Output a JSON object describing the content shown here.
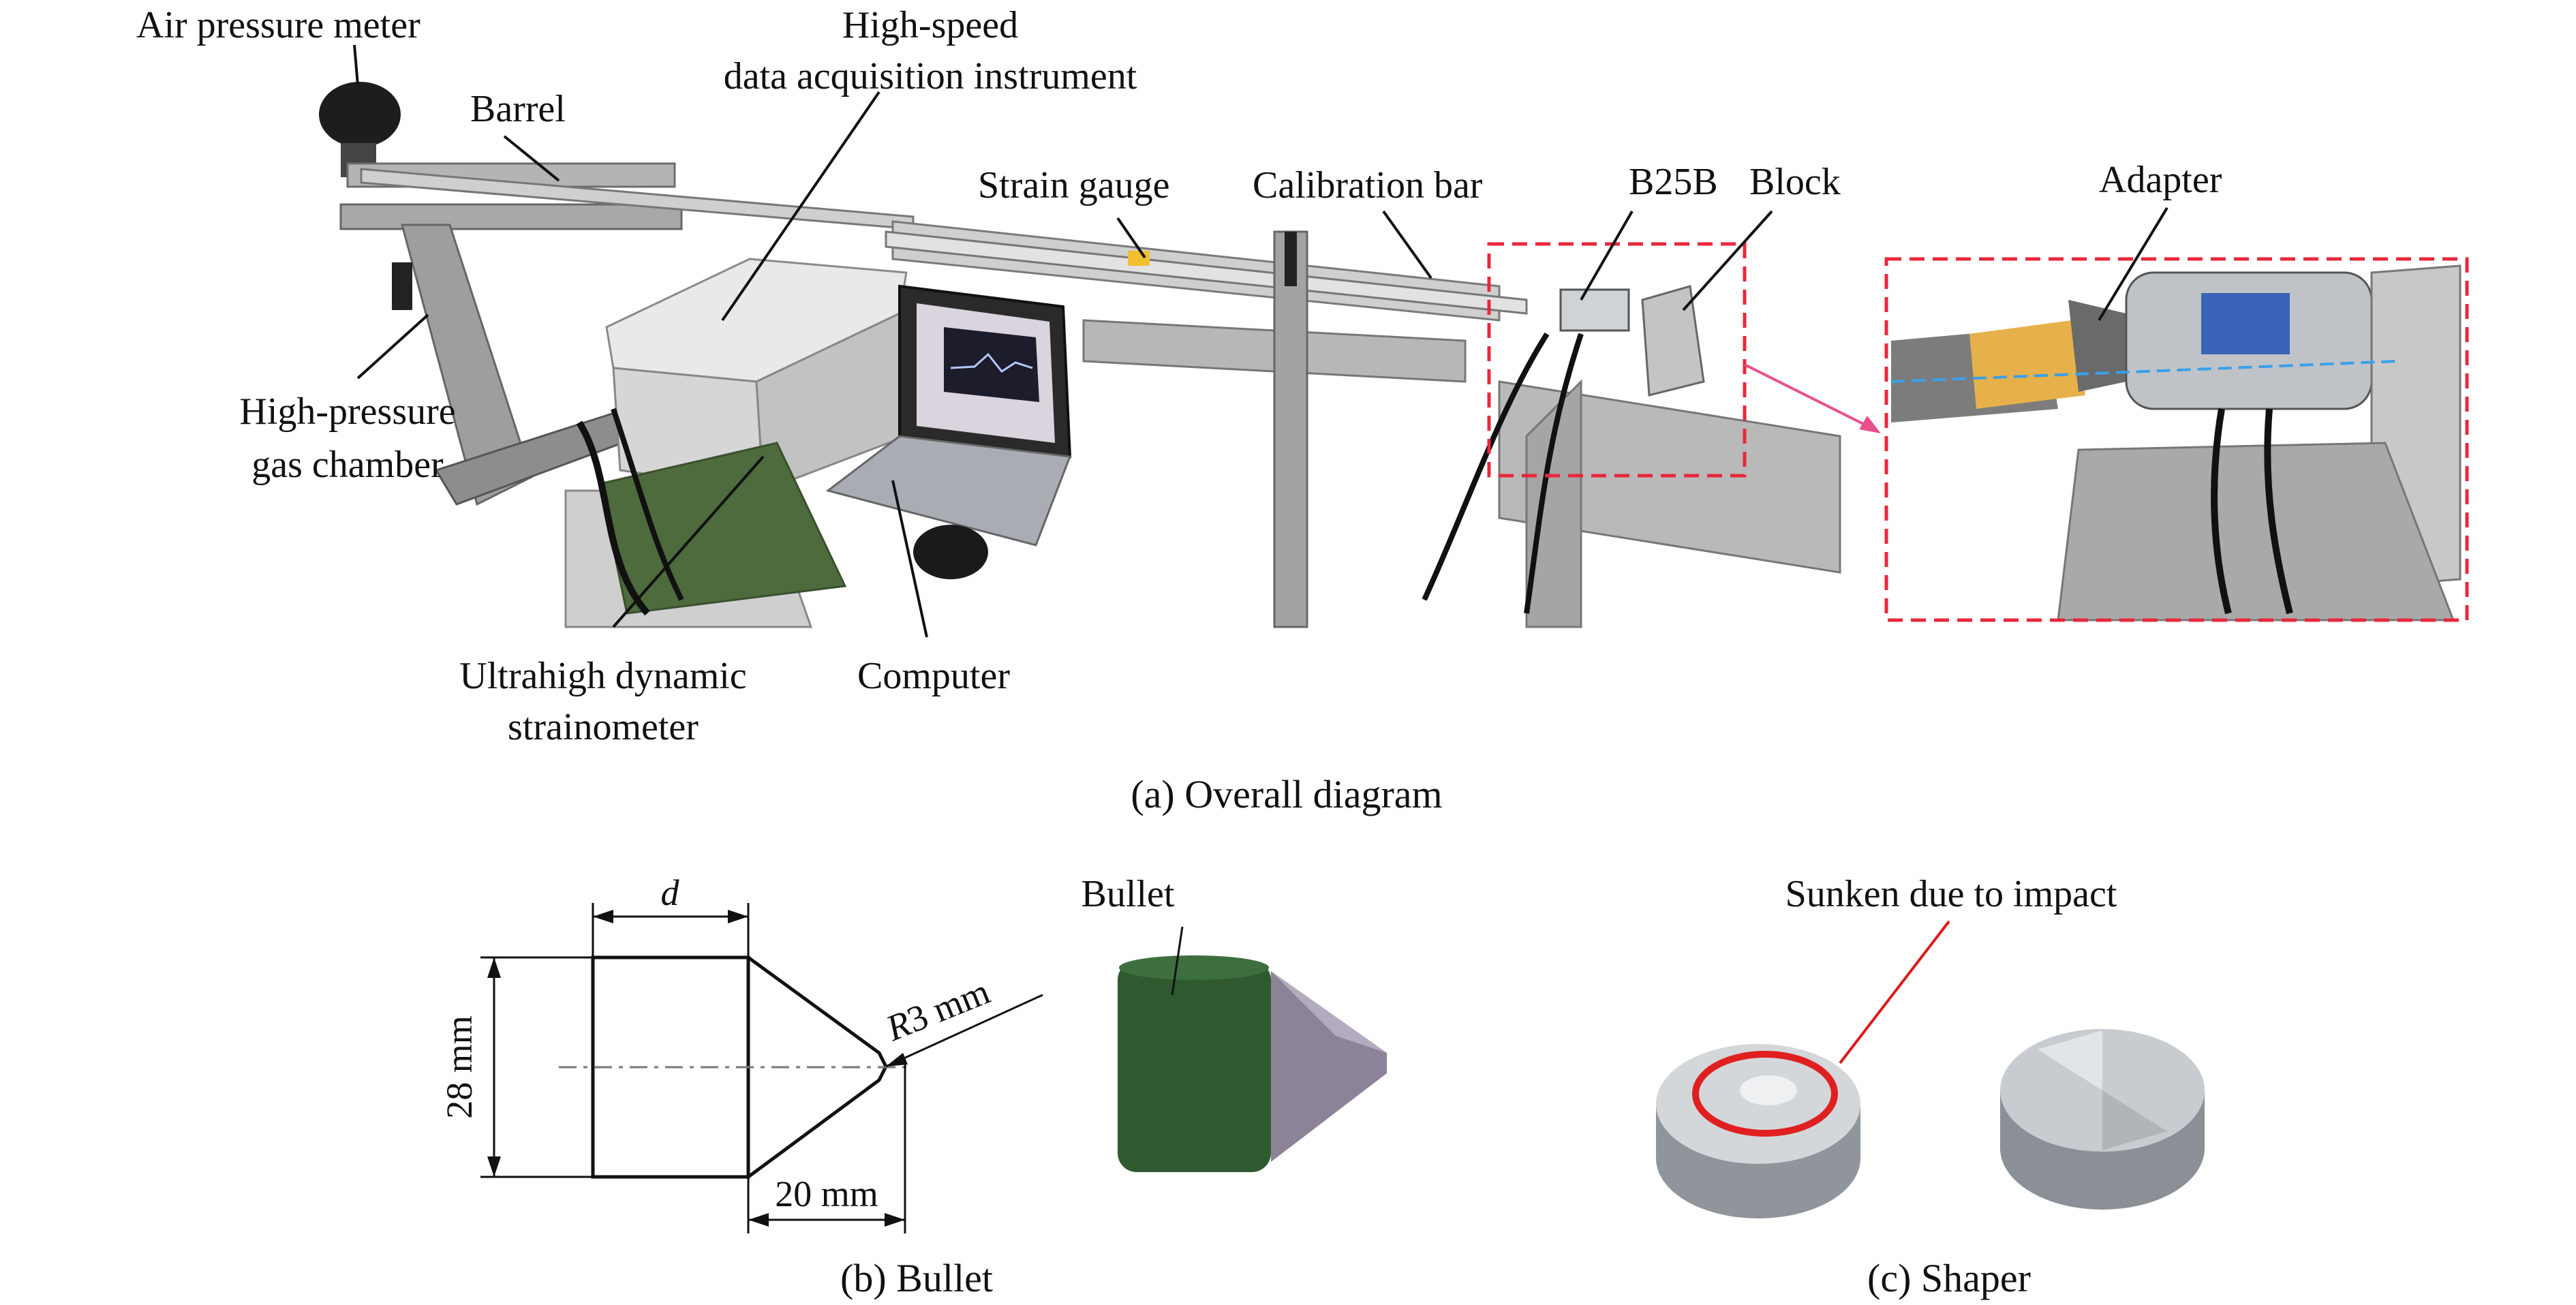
{
  "labels": {
    "air_pressure_meter": "Air pressure meter",
    "high_speed_line1": "High-speed",
    "high_speed_line2": "data acquisition instrument",
    "barrel": "Barrel",
    "strain_gauge": "Strain gauge",
    "calibration_bar": "Calibration bar",
    "b25b": "B25B",
    "block": "Block",
    "adapter": "Adapter",
    "high_pressure_line1": "High-pressure",
    "high_pressure_line2": "gas chamber",
    "ultrahigh_line1": "Ultrahigh dynamic",
    "ultrahigh_line2": "strainometer",
    "computer": "Computer",
    "bullet_photo": "Bullet",
    "sunken": "Sunken due to impact"
  },
  "captions": {
    "a": "(a) Overall diagram",
    "b": "(b) Bullet",
    "c": "(c) Shaper"
  },
  "bullet_drawing": {
    "d": "d",
    "height": "28 mm",
    "radius_prefix": "R",
    "radius_value": "3 mm",
    "cone_length": "20 mm"
  },
  "colors": {
    "highlight_box": "#e8283c",
    "bullet_green": "#2f5a2f",
    "metal": "#b9bcc0"
  }
}
